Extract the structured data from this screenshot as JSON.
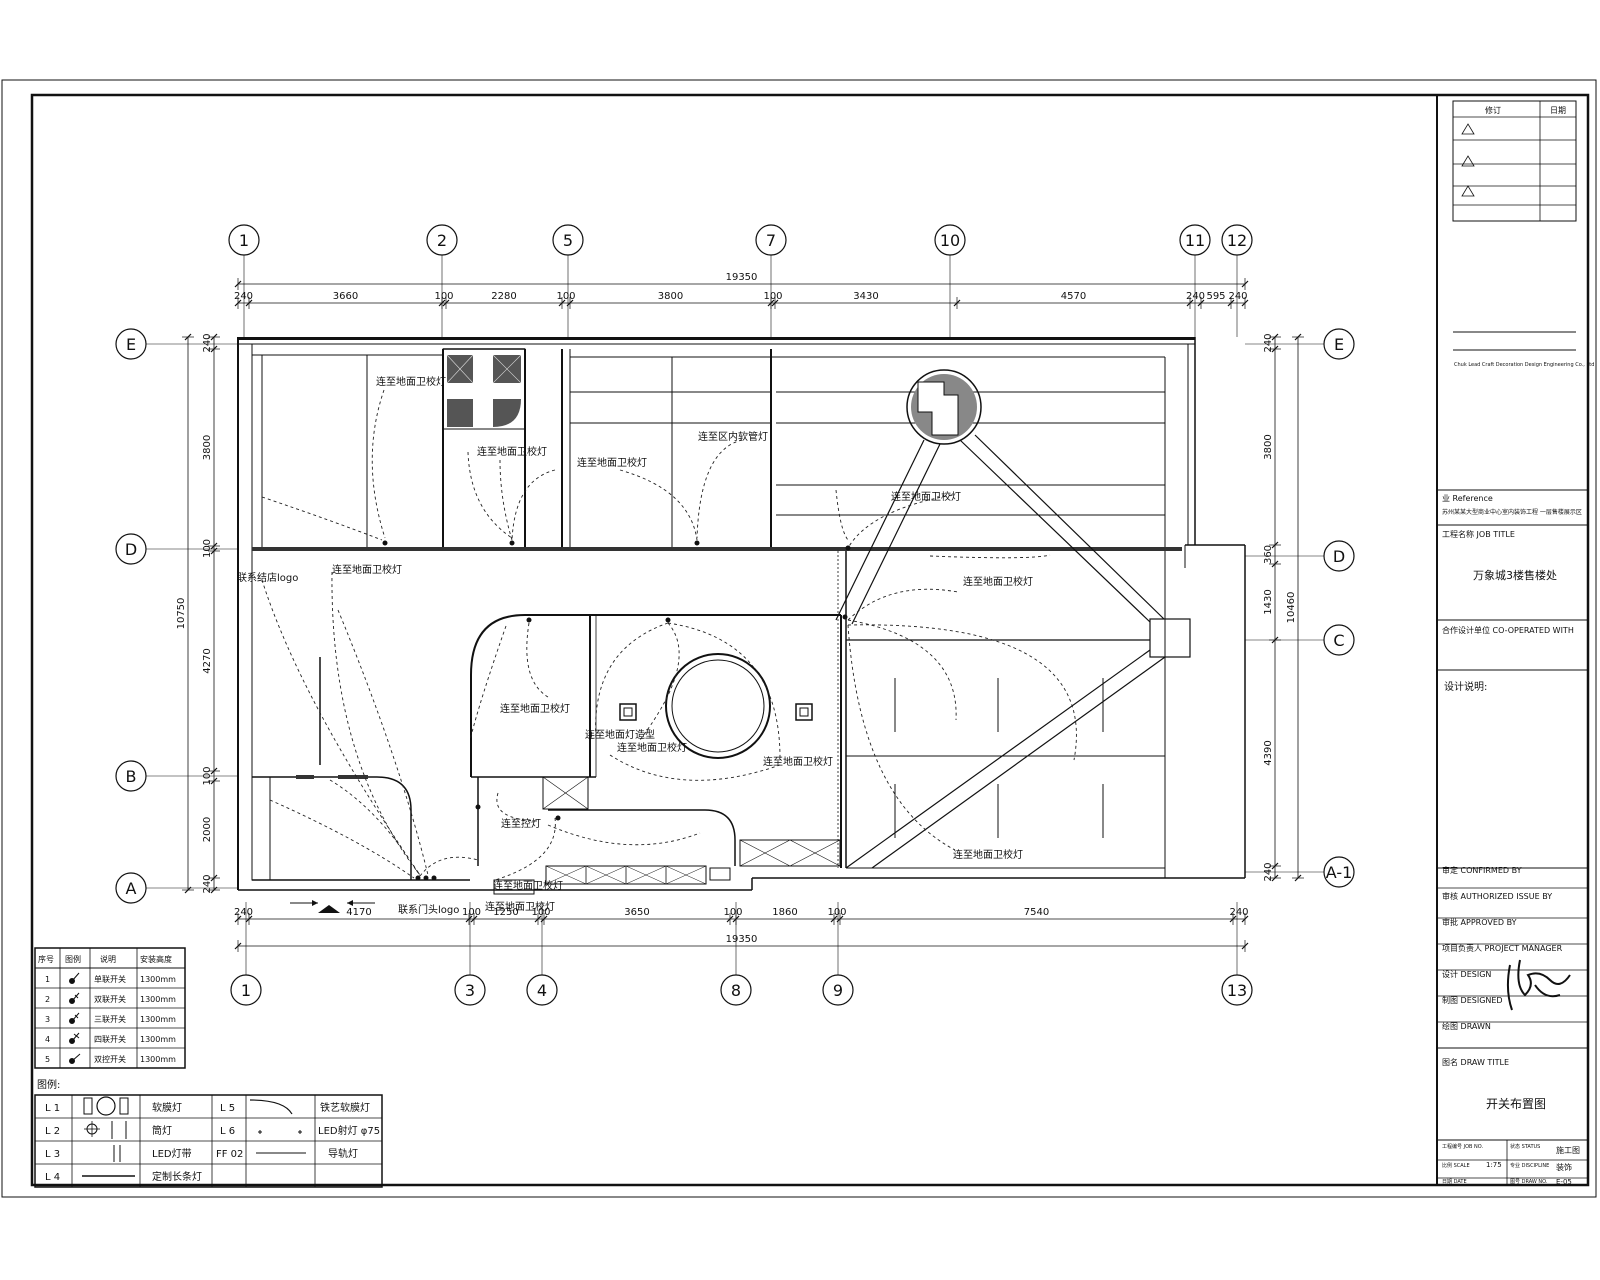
{
  "grid_top": [
    "1",
    "2",
    "5",
    "7",
    "10",
    "11",
    "12"
  ],
  "grid_bottom": [
    "1",
    "3",
    "4",
    "8",
    "9",
    "13"
  ],
  "grid_left": [
    "E",
    "D",
    "B",
    "A"
  ],
  "grid_right": [
    "E",
    "D",
    "C",
    "A-1"
  ],
  "dims_top": {
    "total": "19350",
    "segments": [
      "240",
      "3660",
      "100",
      "2280",
      "100",
      "3800",
      "100",
      "3430",
      "4570",
      "240",
      "595",
      "240"
    ]
  },
  "dims_bottom": {
    "total": "19350",
    "segments": [
      "240",
      "4170",
      "100",
      "1250",
      "100",
      "3650",
      "100",
      "1860",
      "100",
      "7540",
      "240"
    ]
  },
  "dims_left": {
    "total": "10750",
    "segments": [
      "240",
      "3800",
      "100",
      "4270",
      "100",
      "2000",
      "240"
    ]
  },
  "dims_right": {
    "total": "10460",
    "segments": [
      "240",
      "3800",
      "360",
      "1430",
      "4390",
      "240"
    ]
  },
  "room_labels": {
    "l1": "连至地面卫校灯",
    "l2": "连至地面卫校灯",
    "l3": "连至地面卫校灯",
    "l4": "连至区内软管灯",
    "l5": "连至地面卫校灯",
    "l6": "联系结店logo",
    "l7": "连至地面卫校灯",
    "l8": "连至地面卫校灯",
    "l9": "连至地面灯造型",
    "l10": "连至地面卫校灯",
    "l11": "连至地面卫校灯",
    "l12": "连至地面卫校灯",
    "l13": "连至控灯",
    "l14": "连至地面卫校灯",
    "l15": "联系门头logo",
    "l16": "连至地面卫校灯",
    "l17": "连至地面卫校灯"
  },
  "switch_table": {
    "headers": [
      "序号",
      "图例",
      "说明",
      "安装高度"
    ],
    "rows": [
      [
        "1",
        "",
        "单联开关",
        "1300mm"
      ],
      [
        "2",
        "",
        "双联开关",
        "1300mm"
      ],
      [
        "3",
        "",
        "三联开关",
        "1300mm"
      ],
      [
        "4",
        "",
        "四联开关",
        "1300mm"
      ],
      [
        "5",
        "",
        "双控开关",
        "1300mm"
      ]
    ]
  },
  "legend": {
    "title": "图例:",
    "rows": [
      {
        "c1": "L 1",
        "d1": "软膜灯",
        "c2": "L 5",
        "d2": "铁艺软膜灯"
      },
      {
        "c1": "L 2",
        "d1": "筒灯",
        "c2": "L 6",
        "d2": "LED射灯 φ75"
      },
      {
        "c1": "L 3",
        "d1": "LED灯带",
        "c2": "FF 02",
        "d2": "导轨灯"
      },
      {
        "c1": "L 4",
        "d1": "定制长条灯",
        "c2": "",
        "d2": ""
      }
    ]
  },
  "title_block": {
    "revision_header": "修订",
    "date_header": "日期",
    "company": "Chuk Lead Craft Decoration Design Engineering Co., Ltd",
    "client_label": "业 Reference",
    "client_text": "苏州某某大型商业中心室内装饰工程 一层售楼展示区",
    "project_label": "工程名称 JOB TITLE",
    "project_name": "万象城3楼售楼处",
    "coop_label": "合作设计单位 CO-OPERATED WITH",
    "notes_label": "设计说明:",
    "checked_label": "审定 CONFIRMED BY",
    "authorized_label": "审核 AUTHORIZED ISSUE BY",
    "approved_label": "审批 APPROVED BY",
    "manager_label": "项目负责人 PROJECT MANAGER",
    "design_label": "设计 DESIGN",
    "drafted_label": "制图 DESIGNED",
    "drawn_label": "绘图 DRAWN",
    "drawing_title_label": "图名 DRAW TITLE",
    "drawing_title": "开关布置图",
    "job_no_label": "工程编号 JOB NO.",
    "status_label": "状态 STATUS",
    "status_value": "施工图",
    "scale_label": "比例 SCALE",
    "scale_value": "1:75",
    "discipline_label": "专业 DISCIPLINE",
    "discipline_value": "装饰",
    "date_label": "日期 DATE",
    "drawing_no_label": "图号 DRAW NO.",
    "drawing_no_value": "E-05"
  },
  "colors": {
    "line": "#111111",
    "background": "#ffffff"
  }
}
